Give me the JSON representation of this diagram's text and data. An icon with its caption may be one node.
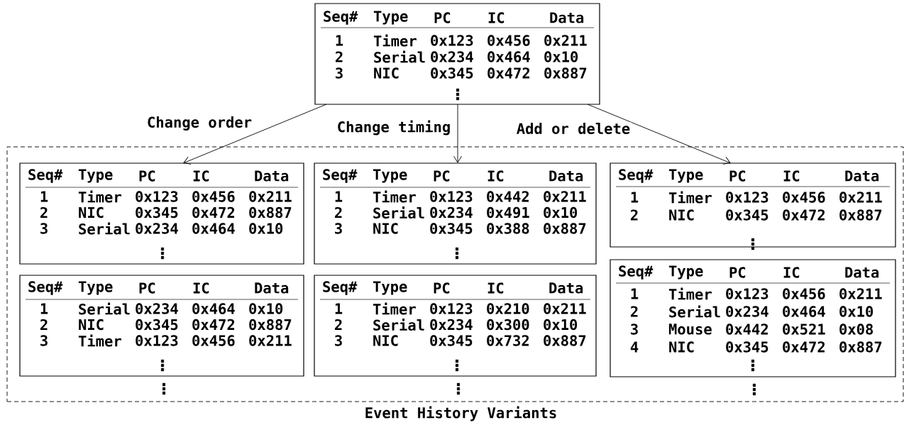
{
  "diagram": {
    "nodes": [
      {
        "text": [
          "Seq#",
          "Type",
          "PC",
          "IC",
          "Data",
          "1",
          "Timer",
          "0x123",
          "0x456",
          "0x211",
          "2",
          "Serial",
          "0x234",
          "0x464",
          "0x10",
          "3",
          "NIC",
          "0x345",
          "0x472",
          "0x887",
          "⋮"
        ]
      },
      {
        "text": [
          "Event History Variants"
        ]
      },
      {
        "text": [
          "Seq#",
          "Type",
          "PC",
          "IC",
          "Data",
          "1",
          "Timer",
          "0x123",
          "0x456",
          "0x211",
          "2",
          "NIC",
          "0x345",
          "0x472",
          "0x887",
          "3",
          "Serial",
          "0x234",
          "0x464",
          "0x10",
          "⋮"
        ],
        "in": 1
      },
      {
        "text": [
          "Seq#",
          "Type",
          "PC",
          "IC",
          "Data",
          "1",
          "Timer",
          "0x123",
          "0x442",
          "0x211",
          "2",
          "Serial",
          "0x234",
          "0x491",
          "0x10",
          "3",
          "NIC",
          "0x345",
          "0x388",
          "0x887",
          "⋮"
        ],
        "in": 1
      },
      {
        "text": [
          "Seq#",
          "Type",
          "PC",
          "IC",
          "Data",
          "1",
          "Timer",
          "0x123",
          "0x456",
          "0x211",
          "2",
          "NIC",
          "0x345",
          "0x472",
          "0x887",
          "⋮"
        ],
        "in": 1
      },
      {
        "text": [
          "Seq#",
          "Type",
          "PC",
          "IC",
          "Data",
          "1",
          "Serial",
          "0x234",
          "0x464",
          "0x10",
          "2",
          "NIC",
          "0x345",
          "0x472",
          "0x887",
          "3",
          "Timer",
          "0x123",
          "0x456",
          "0x211",
          "⋮"
        ],
        "beside": [
          "⋮"
        ],
        "in": 1
      },
      {
        "text": [
          "Seq#",
          "Type",
          "PC",
          "IC",
          "Data",
          "1",
          "Timer",
          "0x123",
          "0x210",
          "0x211",
          "2",
          "Serial",
          "0x234",
          "0x300",
          "0x10",
          "3",
          "NIC",
          "0x345",
          "0x732",
          "0x887",
          "⋮"
        ],
        "beside": [
          "⋮"
        ],
        "in": 1
      },
      {
        "text": [
          "Seq#",
          "Type",
          "PC",
          "IC",
          "Data",
          "1",
          "Timer",
          "0x123",
          "0x456",
          "0x211",
          "2",
          "Serial",
          "0x234",
          "0x464",
          "0x10",
          "3",
          "Mouse",
          "0x442",
          "0x521",
          "0x08",
          "4",
          "NIC",
          "0x345",
          "0x472",
          "0x887",
          "⋮"
        ],
        "beside": [
          "⋮"
        ],
        "in": 1
      }
    ],
    "edges": [
      {
        "from": 0,
        "to": 2,
        "arrow": "to",
        "label": "Change order"
      },
      {
        "from": 0,
        "to": 3,
        "arrow": "to",
        "label": "Change timing"
      },
      {
        "from": 0,
        "to": 4,
        "arrow": "to",
        "label": "Add or delete"
      }
    ]
  }
}
